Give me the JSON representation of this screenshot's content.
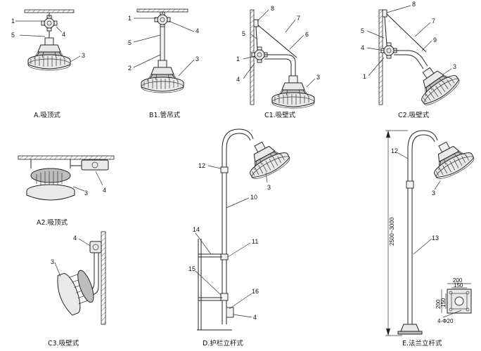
{
  "panels": [
    {
      "id": "a",
      "caption": "A.吸顶式",
      "labels": [
        "1",
        "5",
        "4",
        "3"
      ]
    },
    {
      "id": "b1",
      "caption": "B1.管吊式",
      "labels": [
        "1",
        "5",
        "2",
        "4",
        "3"
      ]
    },
    {
      "id": "c1",
      "caption": "C1.吸壁式",
      "labels": [
        "8",
        "7",
        "5",
        "6",
        "1",
        "4",
        "3"
      ]
    },
    {
      "id": "c2",
      "caption": "C2.吸壁式",
      "labels": [
        "8",
        "7",
        "5",
        "9",
        "4",
        "1",
        "3"
      ]
    },
    {
      "id": "a2",
      "caption": "A2.吸顶式",
      "labels": [
        "3",
        "4"
      ]
    },
    {
      "id": "c3",
      "caption": "C3.吸壁式",
      "labels": [
        "4",
        "3"
      ]
    },
    {
      "id": "d",
      "caption": "D.护栏立杆式",
      "labels": [
        "12",
        "3",
        "10",
        "14",
        "11",
        "15",
        "16",
        "4"
      ]
    },
    {
      "id": "e",
      "caption": "E.法兰立杆式",
      "labels": [
        "12",
        "3",
        "13"
      ]
    }
  ],
  "dimensions": {
    "height": "2500~3000",
    "flange_outer": "200",
    "flange_inner": "150",
    "flange_side_outer": "200",
    "flange_side_inner": "150",
    "holes": "4-Φ20"
  }
}
